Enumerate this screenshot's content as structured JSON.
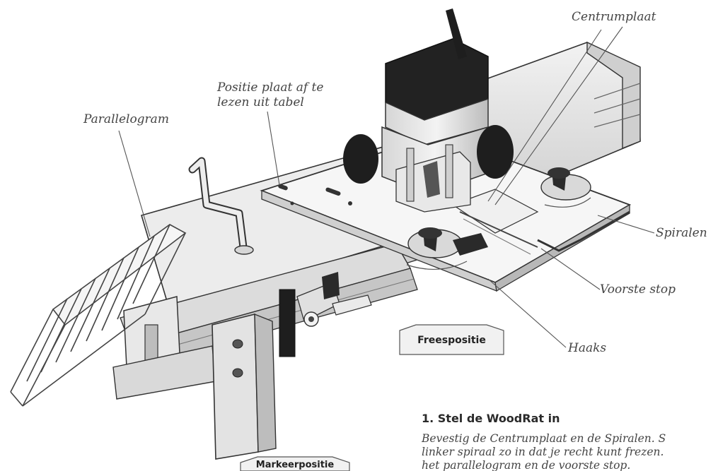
{
  "labels": {
    "centrumplaat": "Centrumplaat",
    "positie_line1": "Positie plaat af te",
    "positie_line2": "lezen uit tabel",
    "parallelogram": "Parallelogram",
    "spiralen": "Spiralen",
    "voorste_stop": "Voorste stop",
    "haaks": "Haaks"
  },
  "tags": {
    "freespositie": "Freespositie",
    "markeerpositie": "Markeerpositie"
  },
  "instructions": {
    "heading": "1. Stel de WoodRat in",
    "line1": "Bevestig de Centrumplaat en de Spiralen. S",
    "line2": "linker spiraal zo in dat je recht kunt frezen.",
    "line3": "het parallelogram en de voorste stop."
  },
  "colors": {
    "outline": "#333333",
    "metal": "#e6e6e6",
    "shade": "#bdbdbd",
    "dark": "#1e1e1e",
    "tag_fill": "#f1f1f1"
  }
}
